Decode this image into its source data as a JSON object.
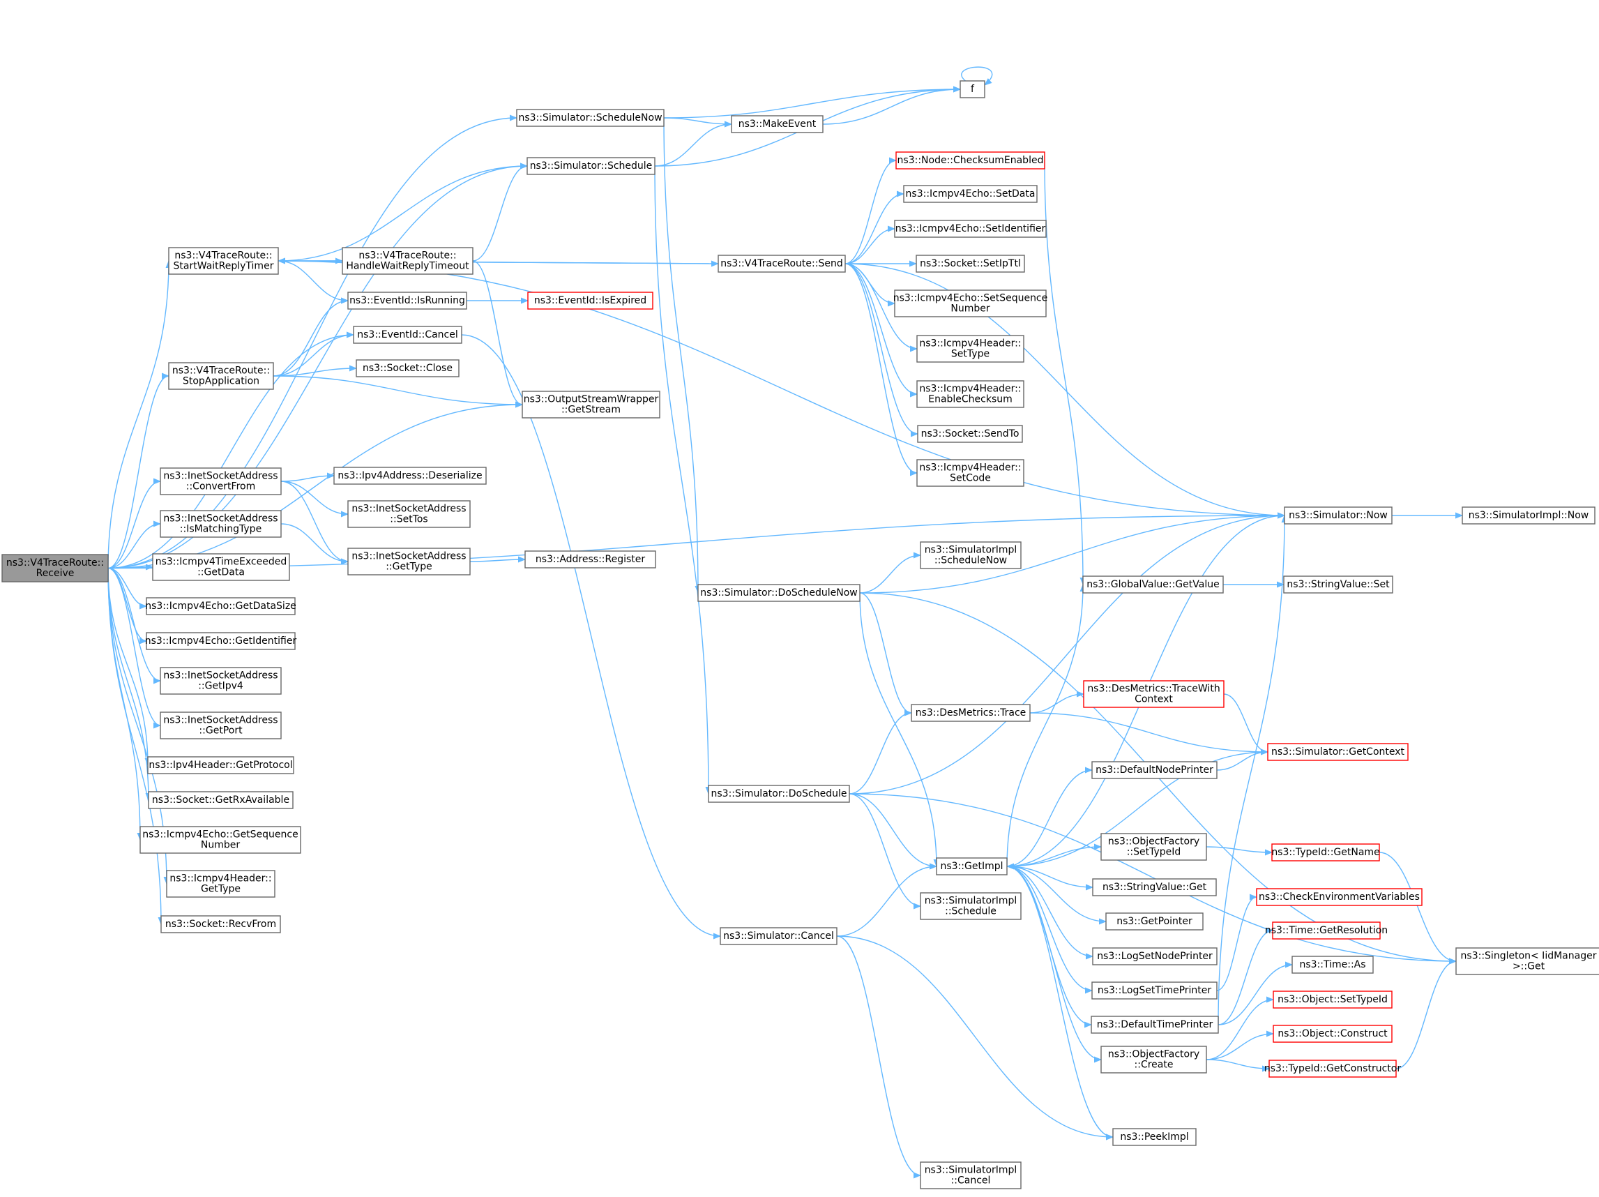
{
  "graph": {
    "kind": "call-graph",
    "colors": {
      "edge": "#63b8ff",
      "node_border": "#666666",
      "node_border_missing": "#ff0000",
      "root_fill": "#999999"
    },
    "nodes": [
      {
        "id": "receive",
        "lines": [
          "ns3::V4TraceRoute::",
          "Receive"
        ],
        "style": "root"
      },
      {
        "id": "startwait",
        "lines": [
          "ns3::V4TraceRoute::",
          "StartWaitReplyTimer"
        ]
      },
      {
        "id": "stopapp",
        "lines": [
          "ns3::V4TraceRoute::",
          "StopApplication"
        ]
      },
      {
        "id": "convertfrom",
        "lines": [
          "ns3::InetSocketAddress",
          "::ConvertFrom"
        ]
      },
      {
        "id": "ismatching",
        "lines": [
          "ns3::InetSocketAddress",
          "::IsMatchingType"
        ]
      },
      {
        "id": "icmpte_getdata",
        "lines": [
          "ns3::Icmpv4TimeExceeded",
          "::GetData"
        ]
      },
      {
        "id": "getdatasize",
        "lines": [
          "ns3::Icmpv4Echo::GetDataSize"
        ]
      },
      {
        "id": "getidentifier",
        "lines": [
          "ns3::Icmpv4Echo::GetIdentifier"
        ]
      },
      {
        "id": "getipv4",
        "lines": [
          "ns3::InetSocketAddress",
          "::GetIpv4"
        ]
      },
      {
        "id": "getport",
        "lines": [
          "ns3::InetSocketAddress",
          "::GetPort"
        ]
      },
      {
        "id": "getprotocol",
        "lines": [
          "ns3::Ipv4Header::GetProtocol"
        ]
      },
      {
        "id": "getrxavail",
        "lines": [
          "ns3::Socket::GetRxAvailable"
        ]
      },
      {
        "id": "getseqnum",
        "lines": [
          "ns3::Icmpv4Echo::GetSequence",
          "Number"
        ]
      },
      {
        "id": "hdr_gettype",
        "lines": [
          "ns3::Icmpv4Header::",
          "GetType"
        ]
      },
      {
        "id": "recvfrom",
        "lines": [
          "ns3::Socket::RecvFrom"
        ]
      },
      {
        "id": "handlewait",
        "lines": [
          "ns3::V4TraceRoute::",
          "HandleWaitReplyTimeout"
        ]
      },
      {
        "id": "isrunning",
        "lines": [
          "ns3::EventId::IsRunning"
        ]
      },
      {
        "id": "evcancel",
        "lines": [
          "ns3::EventId::Cancel"
        ]
      },
      {
        "id": "sockclose",
        "lines": [
          "ns3::Socket::Close"
        ]
      },
      {
        "id": "ipv4deser",
        "lines": [
          "ns3::Ipv4Address::Deserialize"
        ]
      },
      {
        "id": "settos",
        "lines": [
          "ns3::InetSocketAddress",
          "::SetTos"
        ]
      },
      {
        "id": "isa_gettype",
        "lines": [
          "ns3::InetSocketAddress",
          "::GetType"
        ]
      },
      {
        "id": "schednow",
        "lines": [
          "ns3::Simulator::ScheduleNow"
        ]
      },
      {
        "id": "schedule",
        "lines": [
          "ns3::Simulator::Schedule"
        ]
      },
      {
        "id": "getstream",
        "lines": [
          "ns3::OutputStreamWrapper",
          "::GetStream"
        ]
      },
      {
        "id": "isexpired",
        "lines": [
          "ns3::EventId::IsExpired"
        ],
        "style": "red"
      },
      {
        "id": "addrreg",
        "lines": [
          "ns3::Address::Register"
        ]
      },
      {
        "id": "f",
        "lines": [
          "f"
        ]
      },
      {
        "id": "makeevent",
        "lines": [
          "ns3::MakeEvent"
        ]
      },
      {
        "id": "send",
        "lines": [
          "ns3::V4TraceRoute::Send"
        ]
      },
      {
        "id": "checksum",
        "lines": [
          "ns3::Node::ChecksumEnabled"
        ],
        "style": "red"
      },
      {
        "id": "setdata",
        "lines": [
          "ns3::Icmpv4Echo::SetData"
        ]
      },
      {
        "id": "setidentifier",
        "lines": [
          "ns3::Icmpv4Echo::SetIdentifier"
        ]
      },
      {
        "id": "setipttl",
        "lines": [
          "ns3::Socket::SetIpTtl"
        ]
      },
      {
        "id": "setseq",
        "lines": [
          "ns3::Icmpv4Echo::SetSequence",
          "Number"
        ]
      },
      {
        "id": "settype",
        "lines": [
          "ns3::Icmpv4Header::",
          "SetType"
        ]
      },
      {
        "id": "enablechk",
        "lines": [
          "ns3::Icmpv4Header::",
          "EnableChecksum"
        ]
      },
      {
        "id": "sendto",
        "lines": [
          "ns3::Socket::SendTo"
        ]
      },
      {
        "id": "setcode",
        "lines": [
          "ns3::Icmpv4Header::",
          "SetCode"
        ]
      },
      {
        "id": "simnow",
        "lines": [
          "ns3::Simulator::Now"
        ]
      },
      {
        "id": "simimplnow",
        "lines": [
          "ns3::SimulatorImpl::Now"
        ]
      },
      {
        "id": "implschednow",
        "lines": [
          "ns3::SimulatorImpl",
          "::ScheduleNow"
        ]
      },
      {
        "id": "doschednow",
        "lines": [
          "ns3::Simulator::DoScheduleNow"
        ]
      },
      {
        "id": "gvget",
        "lines": [
          "ns3::GlobalValue::GetValue"
        ]
      },
      {
        "id": "svset",
        "lines": [
          "ns3::StringValue::Set"
        ]
      },
      {
        "id": "destrace",
        "lines": [
          "ns3::DesMetrics::Trace"
        ]
      },
      {
        "id": "tracewc",
        "lines": [
          "ns3::DesMetrics::TraceWith",
          "Context"
        ],
        "style": "red"
      },
      {
        "id": "getcontext",
        "lines": [
          "ns3::Simulator::GetContext"
        ],
        "style": "red"
      },
      {
        "id": "defnodeprinter",
        "lines": [
          "ns3::DefaultNodePrinter"
        ]
      },
      {
        "id": "dosched",
        "lines": [
          "ns3::Simulator::DoSchedule"
        ]
      },
      {
        "id": "ofsettypeid",
        "lines": [
          "ns3::ObjectFactory",
          "::SetTypeId"
        ]
      },
      {
        "id": "tgetname",
        "lines": [
          "ns3::TypeId::GetName"
        ],
        "style": "red"
      },
      {
        "id": "getimpl",
        "lines": [
          "ns3::GetImpl"
        ]
      },
      {
        "id": "svget",
        "lines": [
          "ns3::StringValue::Get"
        ]
      },
      {
        "id": "implsched",
        "lines": [
          "ns3::SimulatorImpl",
          "::Schedule"
        ]
      },
      {
        "id": "getpointer",
        "lines": [
          "ns3::GetPointer"
        ]
      },
      {
        "id": "checkenv",
        "lines": [
          "ns3::CheckEnvironmentVariables"
        ],
        "style": "red"
      },
      {
        "id": "getres",
        "lines": [
          "ns3::Time::GetResolution"
        ],
        "style": "red"
      },
      {
        "id": "logsetnode",
        "lines": [
          "ns3::LogSetNodePrinter"
        ]
      },
      {
        "id": "simcancel",
        "lines": [
          "ns3::Simulator::Cancel"
        ]
      },
      {
        "id": "timeas",
        "lines": [
          "ns3::Time::As"
        ]
      },
      {
        "id": "singleton",
        "lines": [
          "ns3::Singleton< IidManager",
          ">::Get"
        ]
      },
      {
        "id": "logsettime",
        "lines": [
          "ns3::LogSetTimePrinter"
        ]
      },
      {
        "id": "objsettypeid",
        "lines": [
          "ns3::Object::SetTypeId"
        ],
        "style": "red"
      },
      {
        "id": "deftimeprinter",
        "lines": [
          "ns3::DefaultTimePrinter"
        ]
      },
      {
        "id": "objconstruct",
        "lines": [
          "ns3::Object::Construct"
        ],
        "style": "red"
      },
      {
        "id": "ofcreate",
        "lines": [
          "ns3::ObjectFactory",
          "::Create"
        ]
      },
      {
        "id": "getctor",
        "lines": [
          "ns3::TypeId::GetConstructor"
        ],
        "style": "red"
      },
      {
        "id": "peekimpl",
        "lines": [
          "ns3::PeekImpl"
        ]
      },
      {
        "id": "implcancel",
        "lines": [
          "ns3::SimulatorImpl",
          "::Cancel"
        ]
      }
    ],
    "edges": [
      [
        "receive",
        "startwait"
      ],
      [
        "receive",
        "stopapp"
      ],
      [
        "receive",
        "convertfrom"
      ],
      [
        "receive",
        "ismatching"
      ],
      [
        "receive",
        "icmpte_getdata"
      ],
      [
        "receive",
        "getdatasize"
      ],
      [
        "receive",
        "getidentifier"
      ],
      [
        "receive",
        "getipv4"
      ],
      [
        "receive",
        "getport"
      ],
      [
        "receive",
        "getprotocol"
      ],
      [
        "receive",
        "getrxavail"
      ],
      [
        "receive",
        "getseqnum"
      ],
      [
        "receive",
        "hdr_gettype"
      ],
      [
        "receive",
        "recvfrom"
      ],
      [
        "receive",
        "evcancel"
      ],
      [
        "receive",
        "getstream"
      ],
      [
        "receive",
        "schednow"
      ],
      [
        "receive",
        "schedule"
      ],
      [
        "receive",
        "simnow"
      ],
      [
        "startwait",
        "handlewait"
      ],
      [
        "startwait",
        "isrunning"
      ],
      [
        "startwait",
        "schedule"
      ],
      [
        "startwait",
        "simnow"
      ],
      [
        "handlewait",
        "startwait"
      ],
      [
        "handlewait",
        "schedule"
      ],
      [
        "handlewait",
        "getstream"
      ],
      [
        "stopapp",
        "isrunning"
      ],
      [
        "stopapp",
        "evcancel"
      ],
      [
        "stopapp",
        "sockclose"
      ],
      [
        "stopapp",
        "getstream"
      ],
      [
        "convertfrom",
        "ipv4deser"
      ],
      [
        "convertfrom",
        "settos"
      ],
      [
        "convertfrom",
        "isa_gettype"
      ],
      [
        "ismatching",
        "isa_gettype"
      ],
      [
        "isa_gettype",
        "addrreg"
      ],
      [
        "isrunning",
        "isexpired"
      ],
      [
        "evcancel",
        "simcancel"
      ],
      [
        "schednow",
        "makeevent"
      ],
      [
        "schednow",
        "f"
      ],
      [
        "schednow",
        "doschednow"
      ],
      [
        "schedule",
        "makeevent"
      ],
      [
        "schedule",
        "f"
      ],
      [
        "schedule",
        "dosched"
      ],
      [
        "makeevent",
        "f"
      ],
      [
        "f",
        "f"
      ],
      [
        "startwait",
        "send"
      ],
      [
        "send",
        "startwait"
      ],
      [
        "send",
        "checksum"
      ],
      [
        "send",
        "setdata"
      ],
      [
        "send",
        "setidentifier"
      ],
      [
        "send",
        "setipttl"
      ],
      [
        "send",
        "setseq"
      ],
      [
        "send",
        "settype"
      ],
      [
        "send",
        "enablechk"
      ],
      [
        "send",
        "sendto"
      ],
      [
        "send",
        "setcode"
      ],
      [
        "send",
        "simnow"
      ],
      [
        "checksum",
        "gvget"
      ],
      [
        "simnow",
        "simimplnow"
      ],
      [
        "doschednow",
        "implschednow"
      ],
      [
        "doschednow",
        "simnow"
      ],
      [
        "doschednow",
        "destrace"
      ],
      [
        "doschednow",
        "getimpl"
      ],
      [
        "doschednow",
        "singleton"
      ],
      [
        "gvget",
        "svset"
      ],
      [
        "destrace",
        "tracewc"
      ],
      [
        "destrace",
        "getcontext"
      ],
      [
        "tracewc",
        "getcontext"
      ],
      [
        "defnodeprinter",
        "getcontext"
      ],
      [
        "getcontext",
        "getimpl"
      ],
      [
        "dosched",
        "simnow"
      ],
      [
        "dosched",
        "destrace"
      ],
      [
        "dosched",
        "getimpl"
      ],
      [
        "dosched",
        "implsched"
      ],
      [
        "dosched",
        "singleton"
      ],
      [
        "getimpl",
        "gvget"
      ],
      [
        "getimpl",
        "defnodeprinter"
      ],
      [
        "getimpl",
        "ofsettypeid"
      ],
      [
        "getimpl",
        "svget"
      ],
      [
        "getimpl",
        "getpointer"
      ],
      [
        "getimpl",
        "logsetnode"
      ],
      [
        "getimpl",
        "logsettime"
      ],
      [
        "getimpl",
        "deftimeprinter"
      ],
      [
        "getimpl",
        "ofcreate"
      ],
      [
        "getimpl",
        "peekimpl"
      ],
      [
        "getimpl",
        "simnow"
      ],
      [
        "ofsettypeid",
        "tgetname"
      ],
      [
        "tgetname",
        "singleton"
      ],
      [
        "logsettime",
        "checkenv"
      ],
      [
        "deftimeprinter",
        "simnow"
      ],
      [
        "deftimeprinter",
        "getres"
      ],
      [
        "deftimeprinter",
        "timeas"
      ],
      [
        "ofcreate",
        "objsettypeid"
      ],
      [
        "ofcreate",
        "objconstruct"
      ],
      [
        "ofcreate",
        "getctor"
      ],
      [
        "getctor",
        "singleton"
      ],
      [
        "simcancel",
        "getimpl"
      ],
      [
        "simcancel",
        "peekimpl"
      ],
      [
        "simcancel",
        "implcancel"
      ]
    ]
  }
}
